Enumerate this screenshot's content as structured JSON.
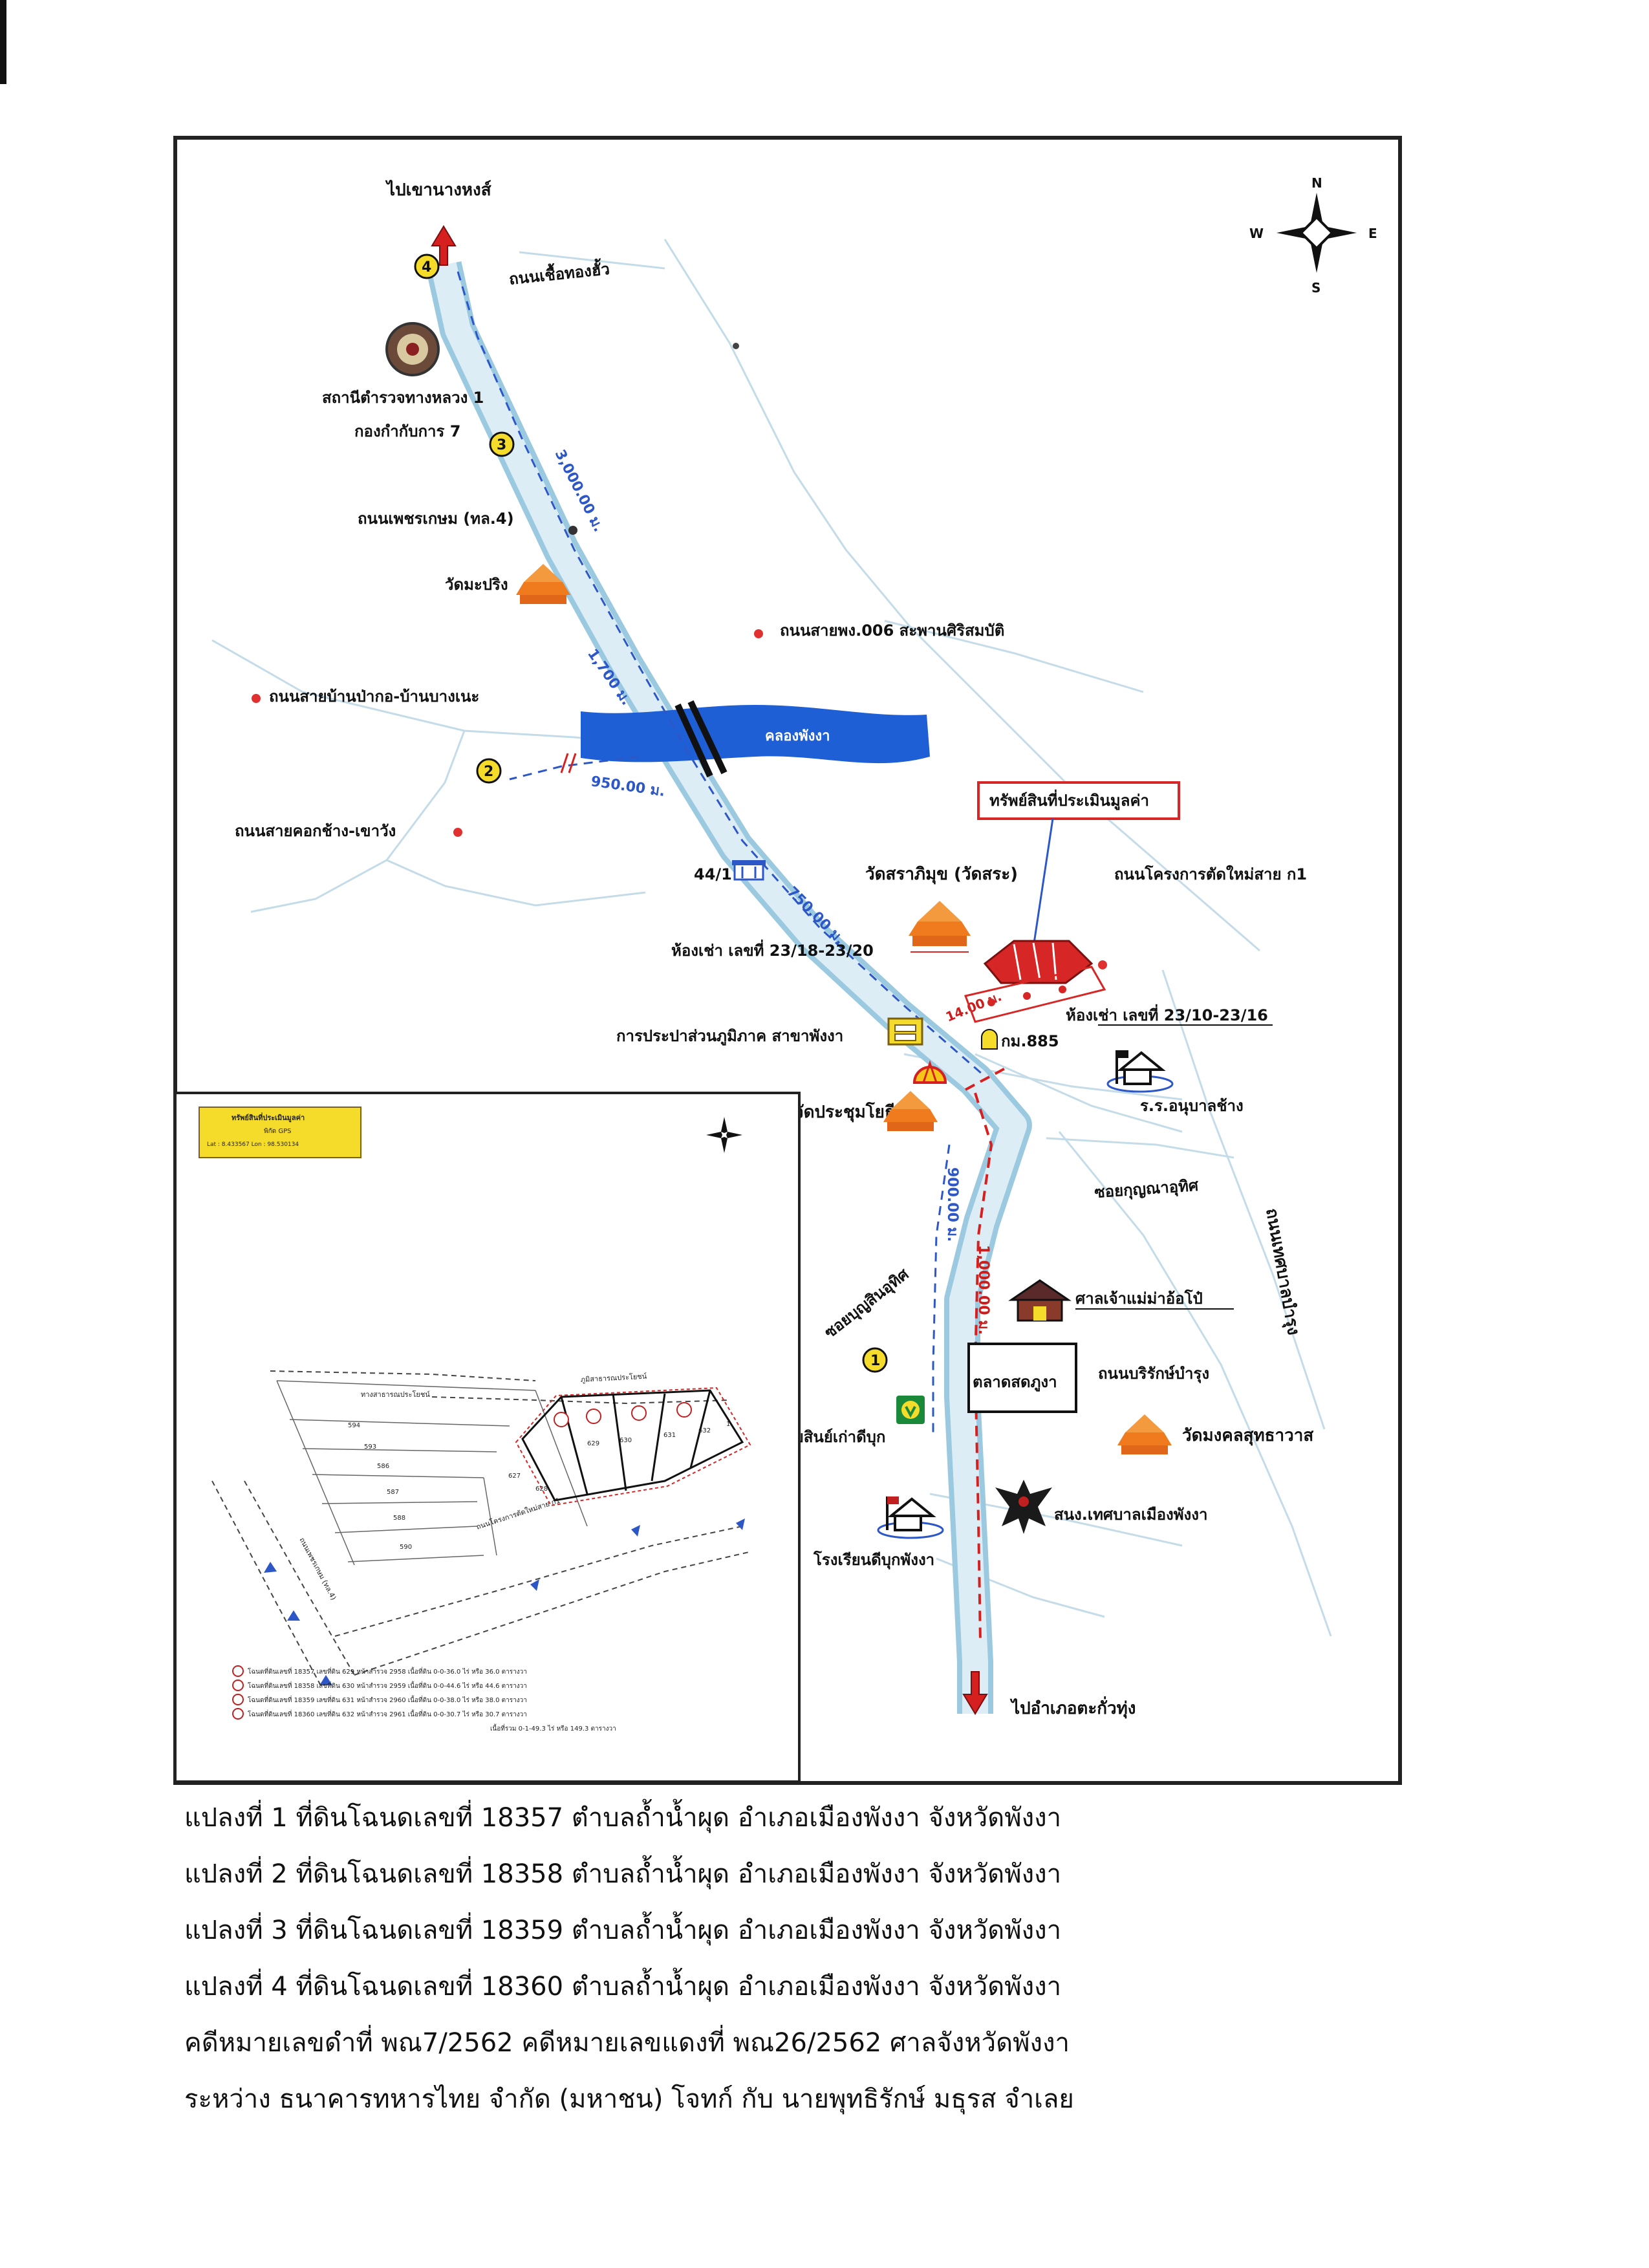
{
  "compass": {
    "n": "N",
    "s": "S",
    "e": "E",
    "w": "W"
  },
  "labels": {
    "to_north": "ไปเขานางหงส์",
    "road_chuea": "ถนนเชื้อทองฮั้ว",
    "police_line1": "สถานีตำรวจทางหลวง 1",
    "police_line2": "กองกำกับการ 7",
    "road_phetkasem": "ถนนเพชรเกษม (ทล.4)",
    "wat_maprang": "วัดมะปริง",
    "road_pang006": "ถนนสายพง.006 สะพานศิริสมบัติ",
    "road_banpak": "ถนนสายบ้านป่ากอ-บ้านบางเนะ",
    "canal": "คลองพังงา",
    "road_khokchang": "ถนนสายคอกช้าง-เขาวัง",
    "property": "ทรัพย์สินที่ประเมินมูลค่า",
    "house_441": "44/1",
    "wat_sarabhumi": "วัดสราภิมุข (วัดสระ)",
    "road_new": "ถนนโครงการตัดใหม่สาย ก1",
    "shophouse_left": "ห้องเช่า เลขที่ 23/18-23/20",
    "shophouse_right": "ห้องเช่า เลขที่ 23/10-23/16",
    "waterworks": "การประปาส่วนภูมิภาค สาขาพังงา",
    "km885": "กม.885",
    "wat_prachum": "วัดประชุมโยธี",
    "school_anuban": "ร.ร.อนุบาลช้าง",
    "soi_kunna": "ซอยกุญณาอุทิศ",
    "road_terdrum": "ถนนเทศบาลบำรุง",
    "shrine": "ศาลเจ้าแม่ม่าอ้อโป๋",
    "soi_bunyasin": "ซอยบุญสินอุทิศ",
    "market": "ตลาดสดภูงา",
    "road_borirak": "ถนนบริรักษ์บำรุง",
    "soi_sin": "ซอยสินย์เก่าดีบุก",
    "wat_mongkhon": "วัดมงคลสุทธาวาส",
    "municipal": "สนง.เทศบาลเมืองพังงา",
    "school_dibuk": "โรงเรียนดีบุกพังงา",
    "to_south": "ไปอำเภอตะกั่วทุ่ง"
  },
  "distances": {
    "d3000": "3,000.00 ม.",
    "d1700": "1,700 ม.",
    "d950": "950.00 ม.",
    "d750": "750.00 ม.",
    "d14": "14.00 ม.",
    "d900": "900.00 ม.",
    "d1000": "1,000.00 ม."
  },
  "route_markers": [
    "1",
    "2",
    "3",
    "4"
  ],
  "inset": {
    "legend_title": "ทรัพย์สินที่ประเมินมูลค่า",
    "legend_sub": "พิกัด GPS",
    "legend_coords": "Lat : 8.433567   Lon : 98.530134",
    "public_way_top": "ภูมิสาธารณประโยชน์",
    "public_way_left": "ทางสาธารณประโยชน์",
    "road_new": "ถนนโครงการตัดใหม่สาย ก1",
    "road_phet": "ถนนเพชรเกษม (ทล.4)",
    "plot_nums": [
      "629",
      "630",
      "631",
      "632"
    ],
    "neighbor_nums": [
      "594",
      "593",
      "586",
      "587",
      "588",
      "590",
      "627",
      "628",
      "1"
    ],
    "deeds": [
      "โฉนดที่ดินเลขที่ 18357  เลขที่ดิน 629   หน้าสำรวจ 2958  เนื้อที่ดิน 0-0-36.0 ไร่ หรือ  36.0 ตารางวา",
      "โฉนดที่ดินเลขที่ 18358  เลขที่ดิน 630   หน้าสำรวจ 2959  เนื้อที่ดิน 0-0-44.6 ไร่ หรือ  44.6 ตารางวา",
      "โฉนดที่ดินเลขที่ 18359  เลขที่ดิน 631   หน้าสำรวจ 2960  เนื้อที่ดิน 0-0-38.0 ไร่ หรือ  38.0 ตารางวา",
      "โฉนดที่ดินเลขที่ 18360  เลขที่ดิน 632   หน้าสำรวจ 2961  เนื้อที่ดิน 0-0-30.7 ไร่ หรือ  30.7 ตารางวา"
    ],
    "total_area": "เนื้อที่รวม 0-1-49.3 ไร่ หรือ 149.3 ตารางวา"
  },
  "caption": [
    "แปลงที่ 1 ที่ดินโฉนดเลขที่ 18357  ตำบลถ้ำน้ำผุด  อำเภอเมืองพังงา  จังหวัดพังงา",
    "แปลงที่ 2 ที่ดินโฉนดเลขที่ 18358  ตำบลถ้ำน้ำผุด  อำเภอเมืองพังงา  จังหวัดพังงา",
    "แปลงที่ 3 ที่ดินโฉนดเลขที่ 18359  ตำบลถ้ำน้ำผุด  อำเภอเมืองพังงา  จังหวัดพังงา",
    "แปลงที่ 4 ที่ดินโฉนดเลขที่ 18360  ตำบลถ้ำน้ำผุด  อำเภอเมืองพังงา  จังหวัดพังงา",
    "คดีหมายเลขดำที่ พณ7/2562  คดีหมายเลขแดงที่ พณ26/2562  ศาลจังหวัดพังงา",
    "ระหว่าง ธนาคารทหารไทย จำกัด (มหาชน)  โจทก์  กับ  นายพุทธิรักษ์ มธุรส  จำเลย"
  ],
  "colors": {
    "road": "#cfe6f2",
    "road_edge": "#9ac9e0",
    "route": "#2d57c7",
    "route_red": "#d62020",
    "canal": "#1f5fd6",
    "temple": "#f07a1e",
    "property_red": "#d62626"
  }
}
